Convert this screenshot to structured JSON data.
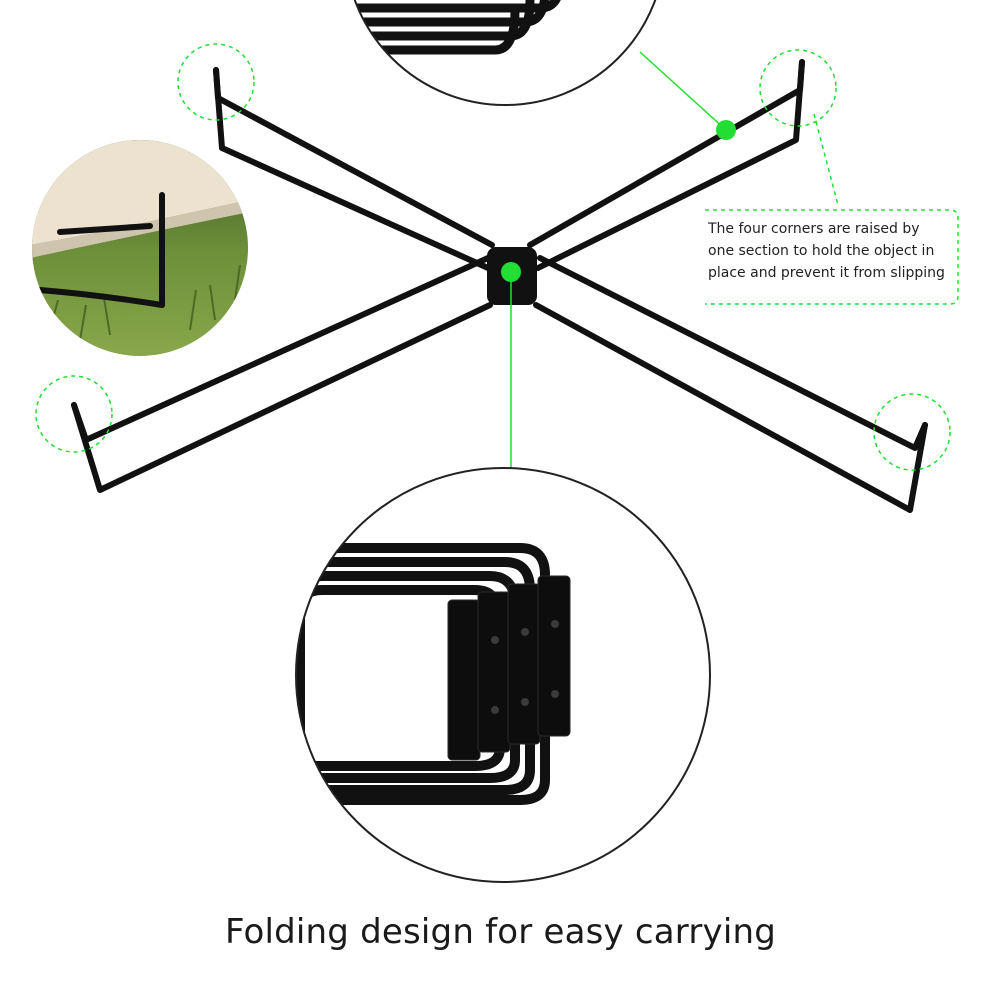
{
  "callout": {
    "lines": [
      "The four corners are raised by",
      "one section to hold the object in",
      "place and prevent it from slipping"
    ]
  },
  "caption": "Folding design for easy carrying",
  "colors": {
    "highlight": "#22dd33",
    "frame": "#111111",
    "grass": "#6c8f3a",
    "cushion": "#ece2cf"
  }
}
